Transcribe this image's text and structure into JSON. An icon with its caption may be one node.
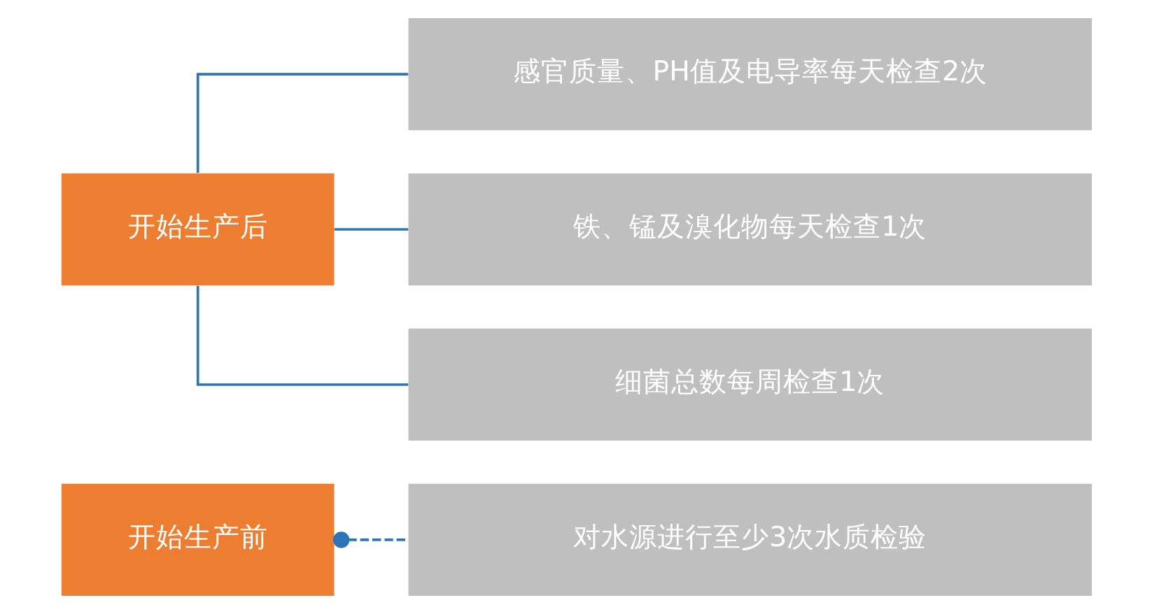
{
  "diagram": {
    "nodes": [
      {
        "text": [
          "开始生产前"
        ]
      },
      {
        "text": [
          "对水源进行至少3次水质检验"
        ]
      },
      {
        "text": [
          "开始生产后"
        ]
      },
      {
        "text": [
          "感官质量、PH值及电导率每天检查2次"
        ]
      },
      {
        "text": [
          "铁、锰及溴化物每天检查1次"
        ]
      },
      {
        "text": [
          "细菌总数每周检查1次"
        ]
      }
    ],
    "edges": [
      {
        "from": 0,
        "to": 1,
        "arrow": "other",
        "style": "dashed"
      },
      {
        "from": 2,
        "to": 3,
        "arrow": "none"
      },
      {
        "from": 2,
        "to": 4,
        "arrow": "none"
      },
      {
        "from": 2,
        "to": 5,
        "arrow": "none"
      }
    ]
  }
}
